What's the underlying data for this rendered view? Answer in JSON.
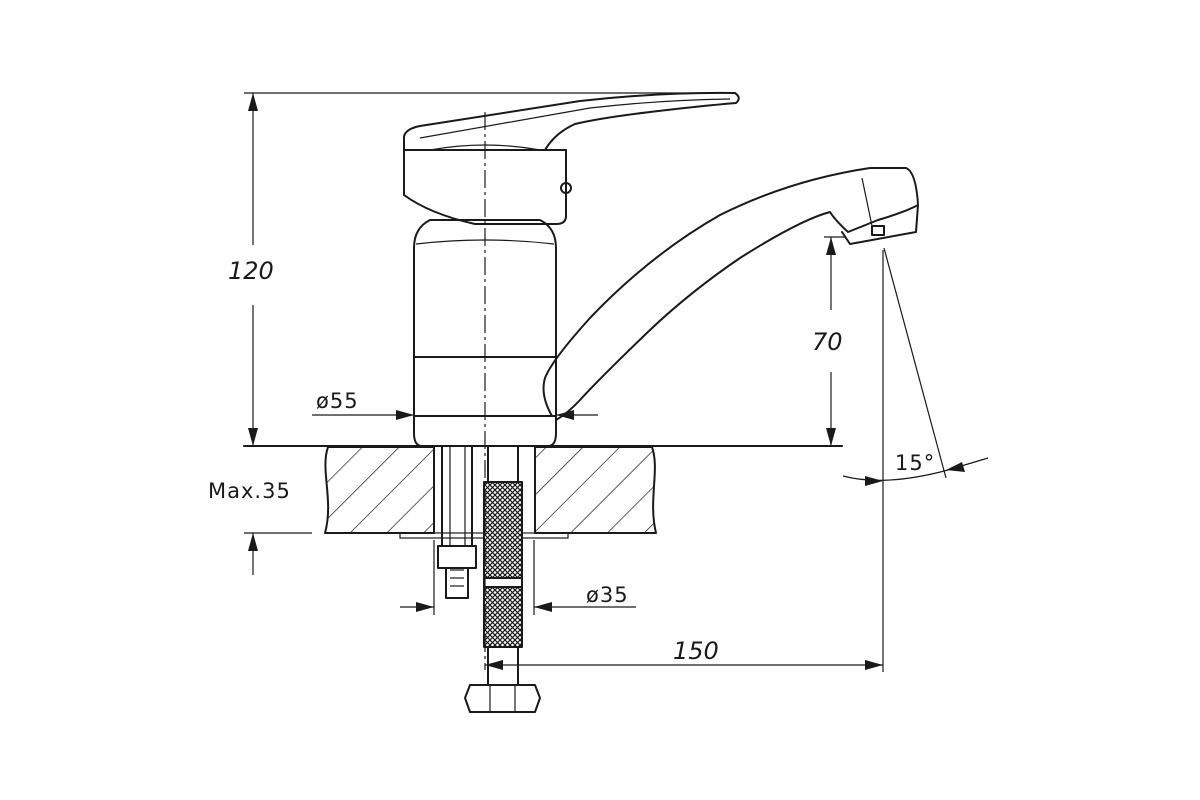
{
  "dimensions": {
    "total_height": "120",
    "spout_height": "70",
    "base_diameter": "ø55",
    "max_deck_thickness": "Max.35",
    "hole_diameter": "ø35",
    "spout_reach": "150",
    "spout_angle": "15°"
  },
  "colors": {
    "line": "#1a1a1a",
    "background": "#ffffff"
  }
}
